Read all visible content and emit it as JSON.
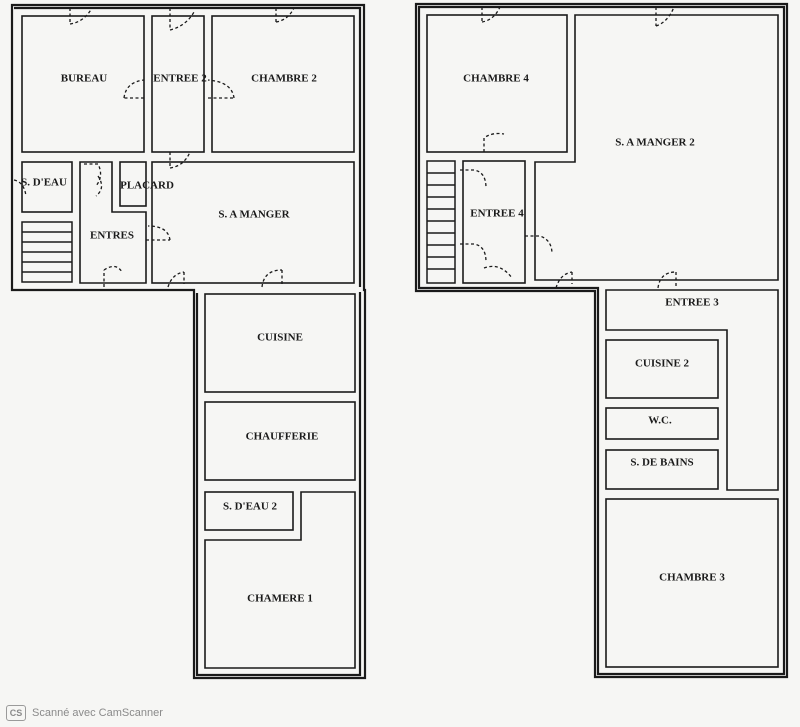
{
  "rooms": {
    "bureau": "BUREAU",
    "entree_2": "ENTREE 2",
    "chambre_2": "CHAMBRE 2",
    "s_deau": "S. D'EAU",
    "placard": "PLACARD",
    "entres": "ENTRES",
    "s_a_manger": "S. A MANGER",
    "cuisine": "CUISINE",
    "chaufferie": "CHAUFFERIE",
    "s_deau_2": "S. D'EAU 2",
    "chamere_1": "CHAMERE 1",
    "chambre_4": "CHAMBRE 4",
    "s_a_manger_2": "S. A MANGER 2",
    "entree_4": "ENTREE 4",
    "entree_3": "ENTREE 3",
    "cuisine_2": "CUISINE 2",
    "wc": "W.C.",
    "s_de_bains": "S. DE BAINS",
    "chambre_3": "CHAMBRE 3"
  },
  "footer": {
    "badge": "CS",
    "text": "Scanné avec CamScanner"
  }
}
